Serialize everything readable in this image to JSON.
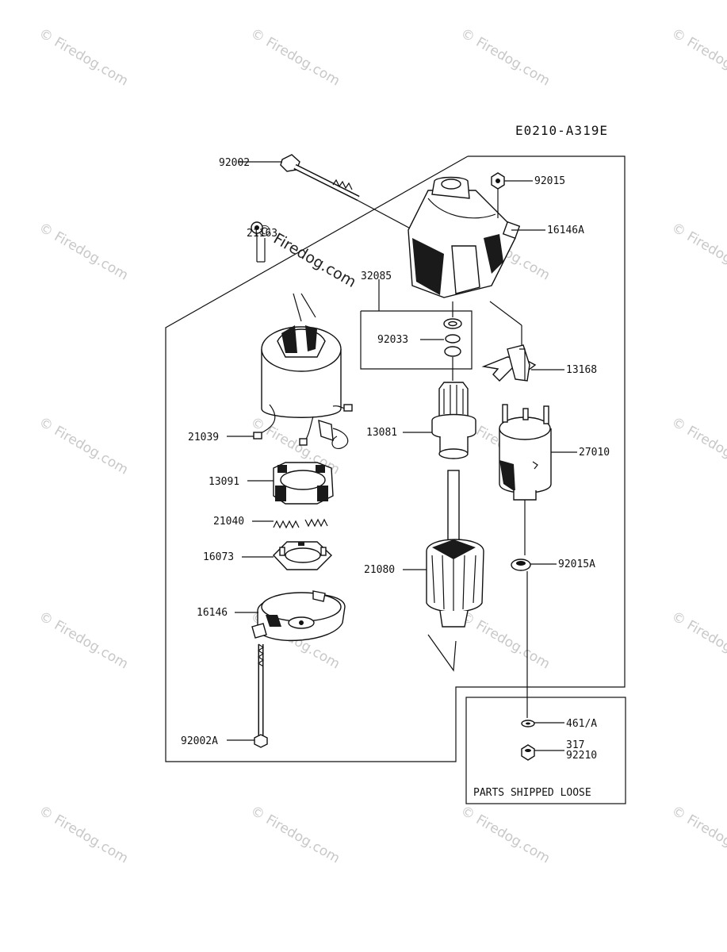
{
  "diagram_code": "E0210-A319E",
  "watermark": "© Firedog.com",
  "labels": {
    "p92002": "92002",
    "p92015": "92015",
    "p16146A": "16146A",
    "p21163": "21163",
    "p32085": "32085",
    "p92033": "92033",
    "p13168": "13168",
    "p21039": "21039",
    "p13081": "13081",
    "p27010": "27010",
    "p13091": "13091",
    "p21040": "21040",
    "p16073": "16073",
    "p21080": "21080",
    "p92015A": "92015A",
    "p16146": "16146",
    "p461A": "461/A",
    "p317": "317",
    "p92210": "92210",
    "p92002A": "92002A"
  },
  "loose_box_title": "PARTS SHIPPED LOOSE"
}
